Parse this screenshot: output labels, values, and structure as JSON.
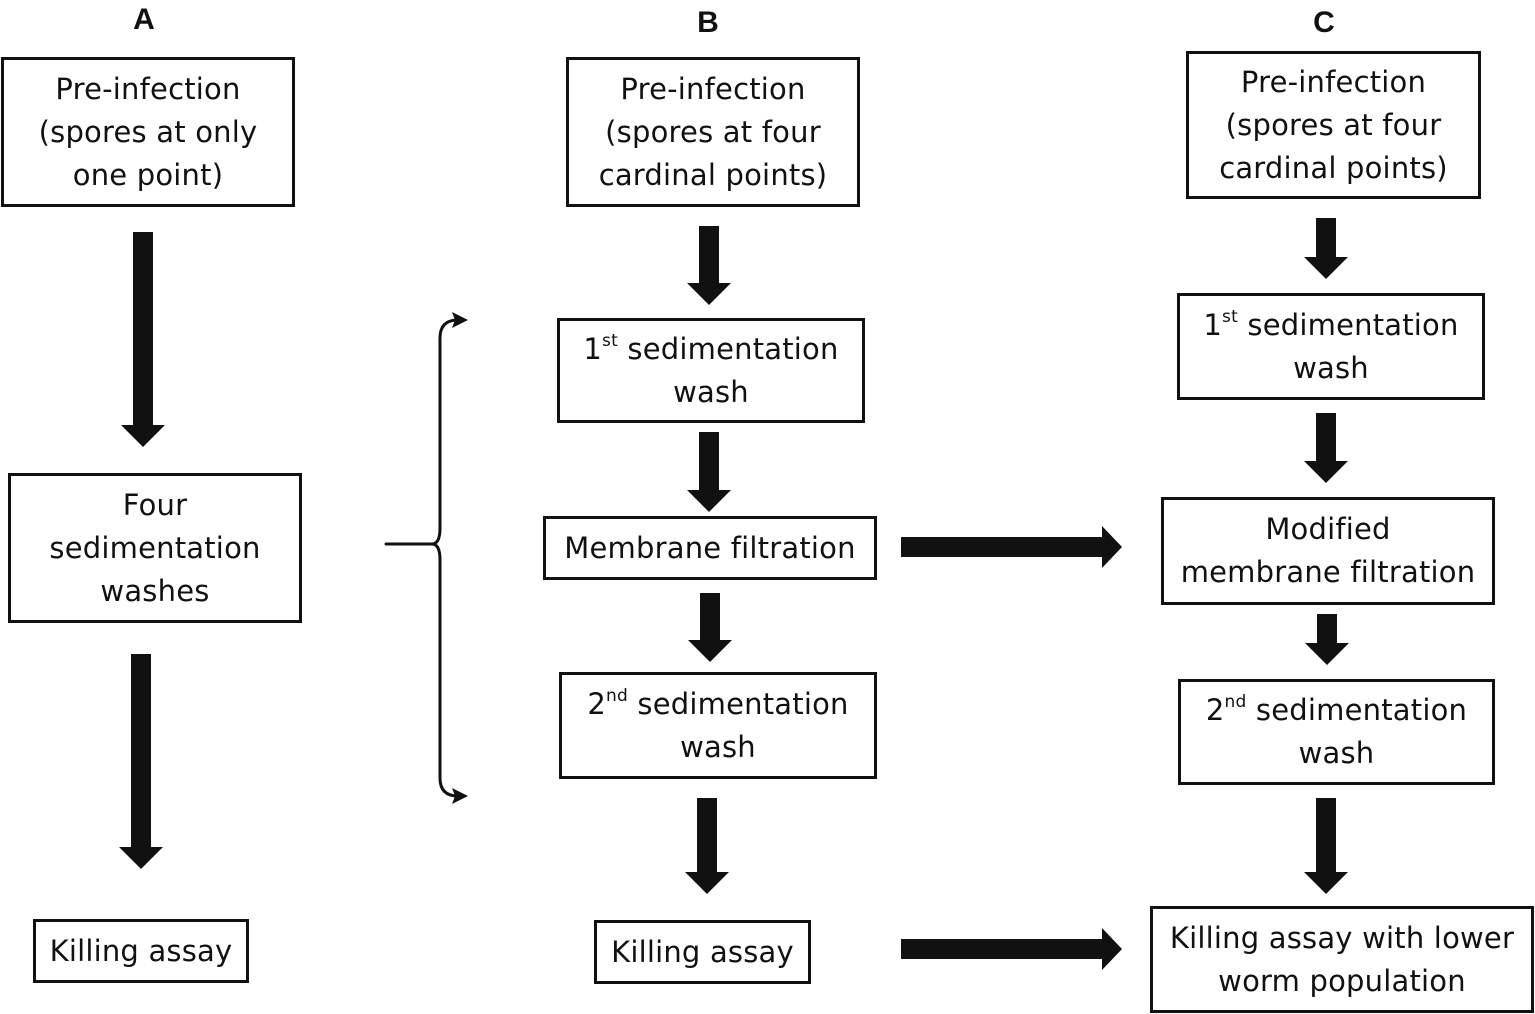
{
  "panels": {
    "a": {
      "letter": "A",
      "pre_infection": [
        "Pre-infection",
        "(spores at only",
        "one point)"
      ],
      "washes": [
        "Four",
        "sedimentation",
        "washes"
      ],
      "killing": "Killing assay"
    },
    "b": {
      "letter": "B",
      "pre_infection": [
        "Pre-infection",
        "(spores at  four",
        "cardinal points)"
      ],
      "first_wash": {
        "ordinal": "1",
        "suffix": "st",
        "rest": " sedimentation",
        "line2": "wash"
      },
      "filtration": "Membrane filtration",
      "second_wash": {
        "ordinal": "2",
        "suffix": "nd",
        "rest": " sedimentation",
        "line2": "wash"
      },
      "killing": "Killing assay"
    },
    "c": {
      "letter": "C",
      "pre_infection": [
        "Pre-infection",
        "(spores at  four",
        "cardinal points)"
      ],
      "first_wash": {
        "ordinal": "1",
        "suffix": "st",
        "rest": " sedimentation",
        "line2": "wash"
      },
      "filtration": [
        "Modified",
        "membrane filtration"
      ],
      "second_wash": {
        "ordinal": "2",
        "suffix": "nd",
        "rest": " sedimentation",
        "line2": "wash"
      },
      "killing": [
        "Killing assay with lower",
        "worm population"
      ]
    }
  },
  "colors": {
    "ink": "#111111",
    "background": "#ffffff"
  }
}
